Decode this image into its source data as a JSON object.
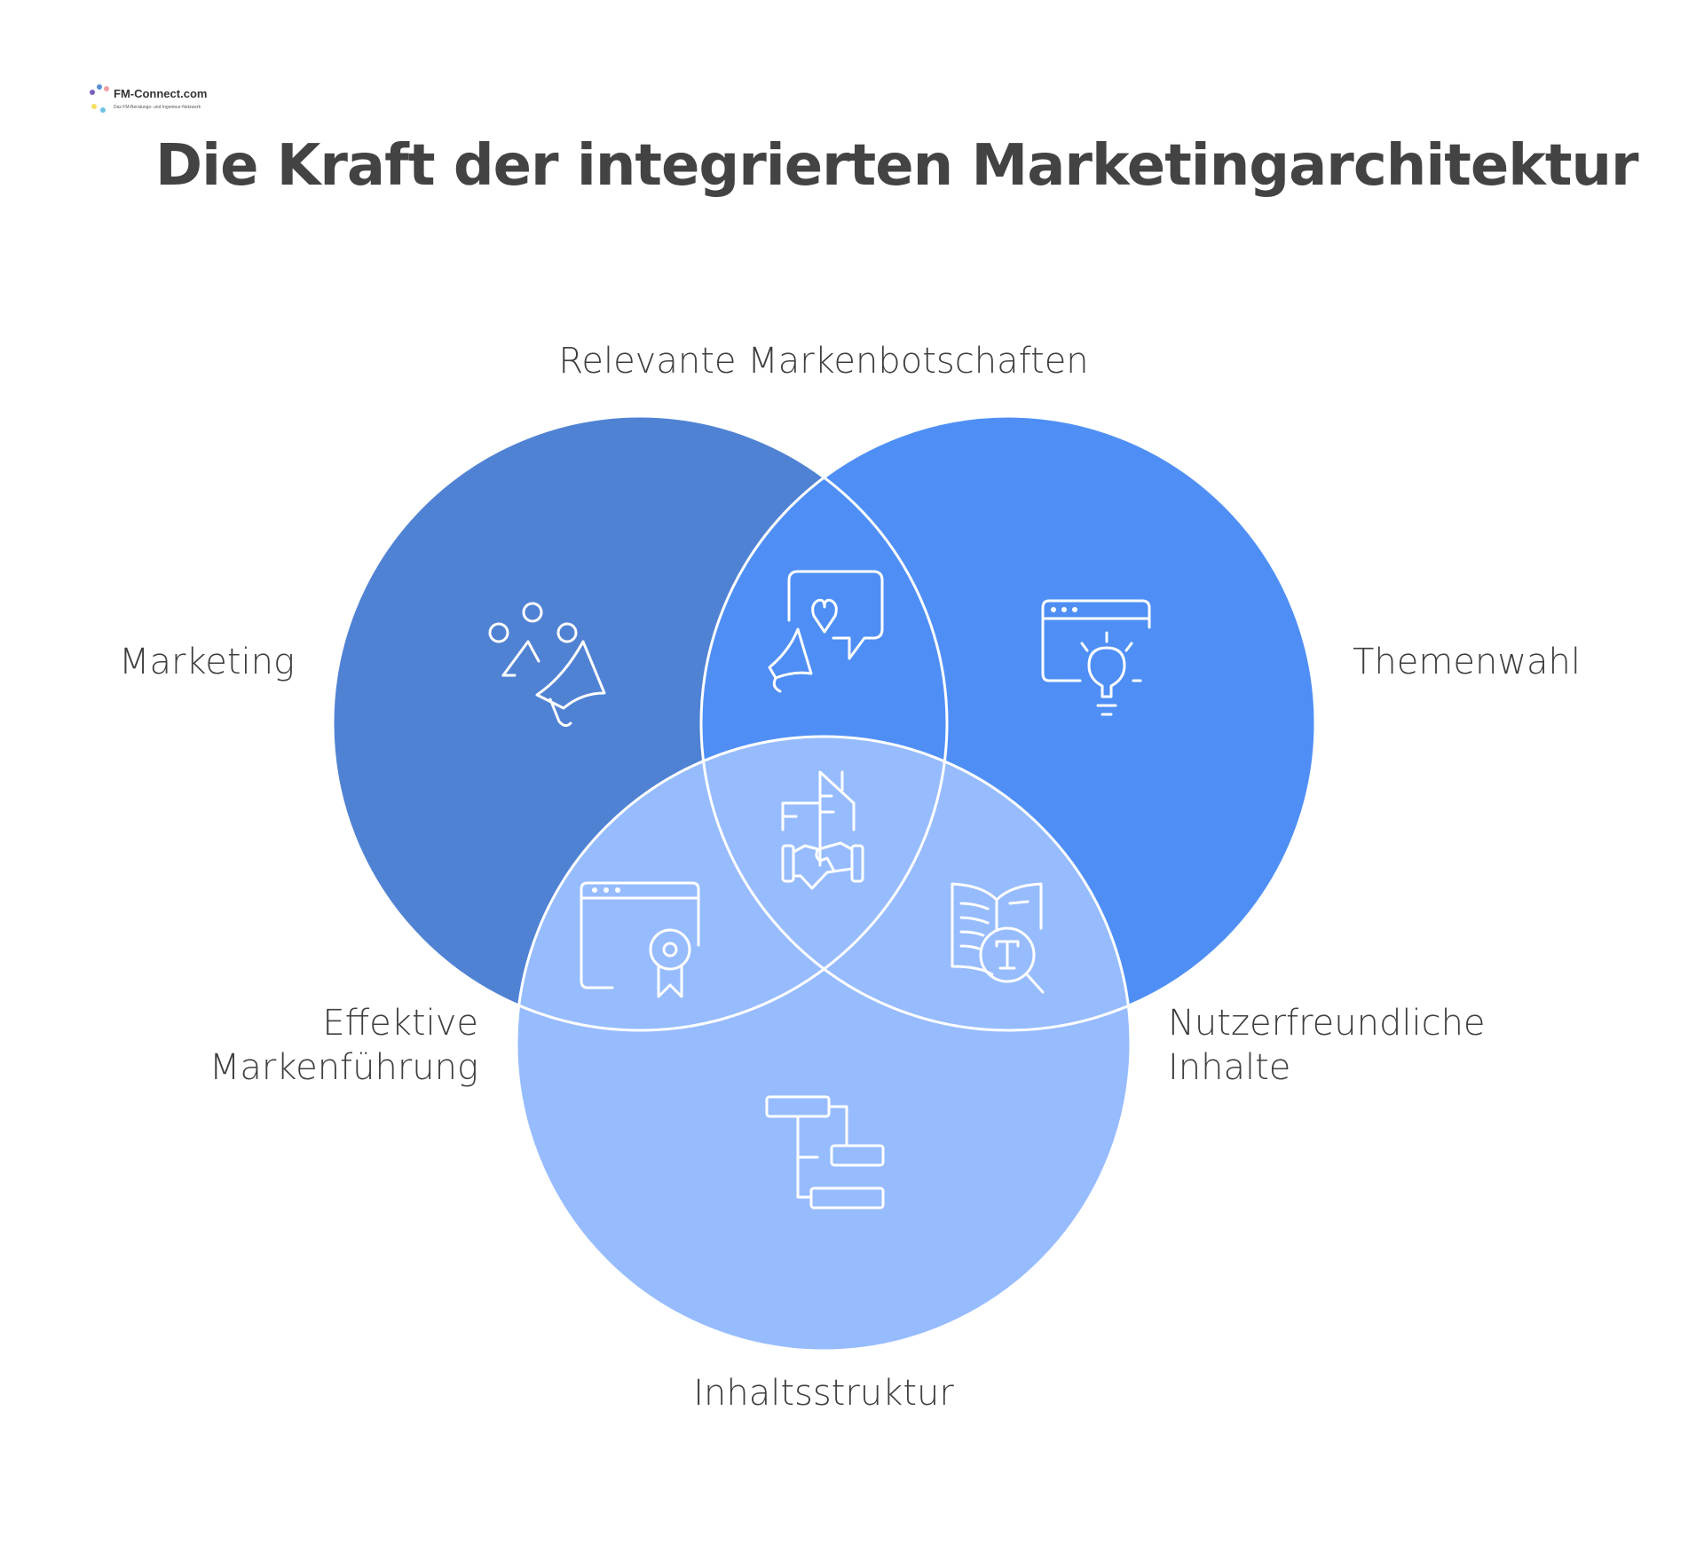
{
  "logo": {
    "text": "FM-Connect.com",
    "subtitle": "Das FM-Beratungs- und Ingenieur-Netzwerk"
  },
  "title": "Die Kraft der integrierten Marketingarchitektur",
  "colors": {
    "marketing": "#5082d4",
    "themenwahl": "#4f8ff5",
    "inhaltsstruktur": "#97bcfd",
    "outline": "#ffffff",
    "text": "#434343"
  },
  "sets": [
    {
      "label": "Marketing",
      "icon": "megaphone-people-icon"
    },
    {
      "label": "Themenwahl",
      "icon": "browser-lightbulb-icon"
    },
    {
      "label": "Inhaltsstruktur",
      "icon": "hierarchy-structure-icon"
    }
  ],
  "intersections": [
    {
      "label": "Relevante Markenbotschaften",
      "sets": [
        "Marketing",
        "Themenwahl"
      ],
      "icon": "megaphone-heart-icon"
    },
    {
      "label_lines": [
        "Effektive",
        "Markenführung"
      ],
      "sets": [
        "Marketing",
        "Inhaltsstruktur"
      ],
      "icon": "browser-certificate-icon"
    },
    {
      "label_lines": [
        "Nutzerfreundliche",
        "Inhalte"
      ],
      "sets": [
        "Themenwahl",
        "Inhaltsstruktur"
      ],
      "icon": "book-search-icon"
    },
    {
      "label": "",
      "sets": [
        "Marketing",
        "Themenwahl",
        "Inhaltsstruktur"
      ],
      "icon": "handshake-building-icon"
    }
  ]
}
